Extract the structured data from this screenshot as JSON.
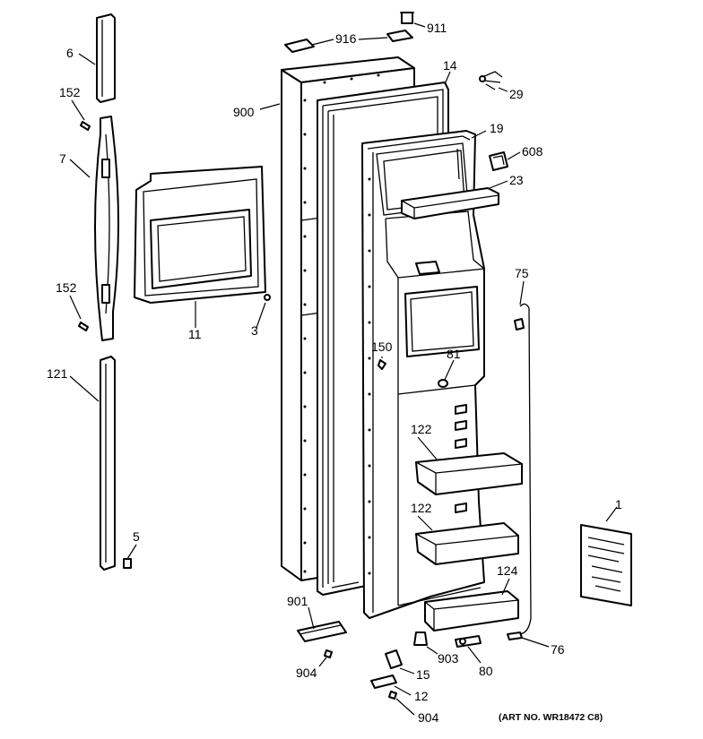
{
  "diagram": {
    "art_number": "(ART NO. WR18472 C8)",
    "callouts": [
      {
        "id": "c6",
        "label": "6"
      },
      {
        "id": "c152a",
        "label": "152"
      },
      {
        "id": "c7",
        "label": "7"
      },
      {
        "id": "c152b",
        "label": "152"
      },
      {
        "id": "c121",
        "label": "121"
      },
      {
        "id": "c5",
        "label": "5"
      },
      {
        "id": "c11",
        "label": "11"
      },
      {
        "id": "c3",
        "label": "3"
      },
      {
        "id": "c900",
        "label": "900"
      },
      {
        "id": "c916",
        "label": "916"
      },
      {
        "id": "c911",
        "label": "911"
      },
      {
        "id": "c14",
        "label": "14"
      },
      {
        "id": "c29",
        "label": "29"
      },
      {
        "id": "c19",
        "label": "19"
      },
      {
        "id": "c608",
        "label": "608"
      },
      {
        "id": "c23",
        "label": "23"
      },
      {
        "id": "c75",
        "label": "75"
      },
      {
        "id": "c150",
        "label": "150"
      },
      {
        "id": "c81",
        "label": "81"
      },
      {
        "id": "c122a",
        "label": "122"
      },
      {
        "id": "c122b",
        "label": "122"
      },
      {
        "id": "c124",
        "label": "124"
      },
      {
        "id": "c1",
        "label": "1"
      },
      {
        "id": "c901",
        "label": "901"
      },
      {
        "id": "c904a",
        "label": "904"
      },
      {
        "id": "c903",
        "label": "903"
      },
      {
        "id": "c80",
        "label": "80"
      },
      {
        "id": "c76",
        "label": "76"
      },
      {
        "id": "c15",
        "label": "15"
      },
      {
        "id": "c12",
        "label": "12"
      },
      {
        "id": "c904b",
        "label": "904"
      }
    ]
  }
}
